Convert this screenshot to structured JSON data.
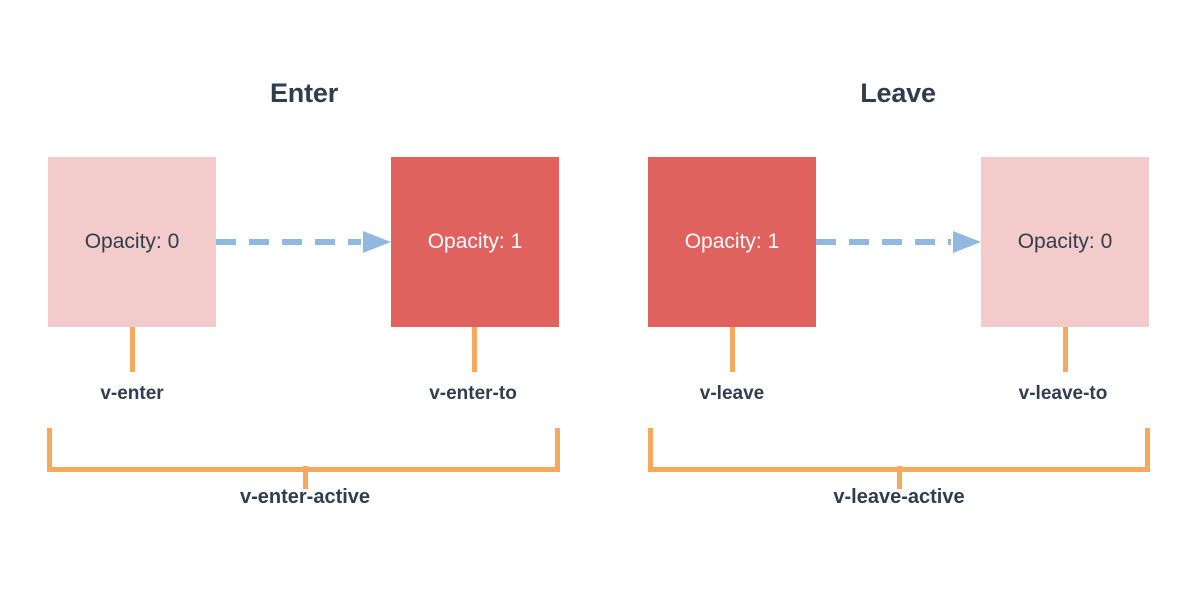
{
  "diagram": {
    "title_enter": "Enter",
    "title_leave": "Leave",
    "colors": {
      "box_pale": "#f4cbcb",
      "box_solid": "#e0625f",
      "arrow": "#90b8e0",
      "bracket": "#f5a95e",
      "text_dark": "#2f3e4f",
      "text_light": "#ffffff",
      "background": "#ffffff"
    }
  },
  "panels": [
    {
      "id": "enter",
      "title": "Enter",
      "from_box": {
        "value_text": "Opacity: 0",
        "class_label": "v-enter",
        "fill": "pale"
      },
      "to_box": {
        "value_text": "Opacity: 1",
        "class_label": "v-enter-to",
        "fill": "solid"
      },
      "active_label": "v-enter-active"
    },
    {
      "id": "leave",
      "title": "Leave",
      "from_box": {
        "value_text": "Opacity: 1",
        "class_label": "v-leave",
        "fill": "solid"
      },
      "to_box": {
        "value_text": "Opacity: 0",
        "class_label": "v-leave-to",
        "fill": "pale"
      },
      "active_label": "v-leave-active"
    }
  ]
}
